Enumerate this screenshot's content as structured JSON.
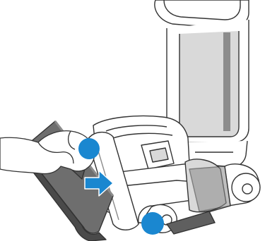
{
  "figure": {
    "kind": "instruction-illustration",
    "colors": {
      "background": "#ffffff",
      "outline": "#333333",
      "dark_gray": "#5f5f5f",
      "mid_gray": "#8c8c8c",
      "light_gray": "#d9d9d9",
      "accent_blue": "#1a87d0",
      "arrow_blue": "#1a87d0"
    },
    "callouts": [
      {
        "id": "upper-marker",
        "color": "#1a87d0"
      },
      {
        "id": "lower-marker",
        "color": "#1a87d0"
      }
    ],
    "arrow": {
      "direction": "right",
      "color": "#1a87d0"
    }
  }
}
